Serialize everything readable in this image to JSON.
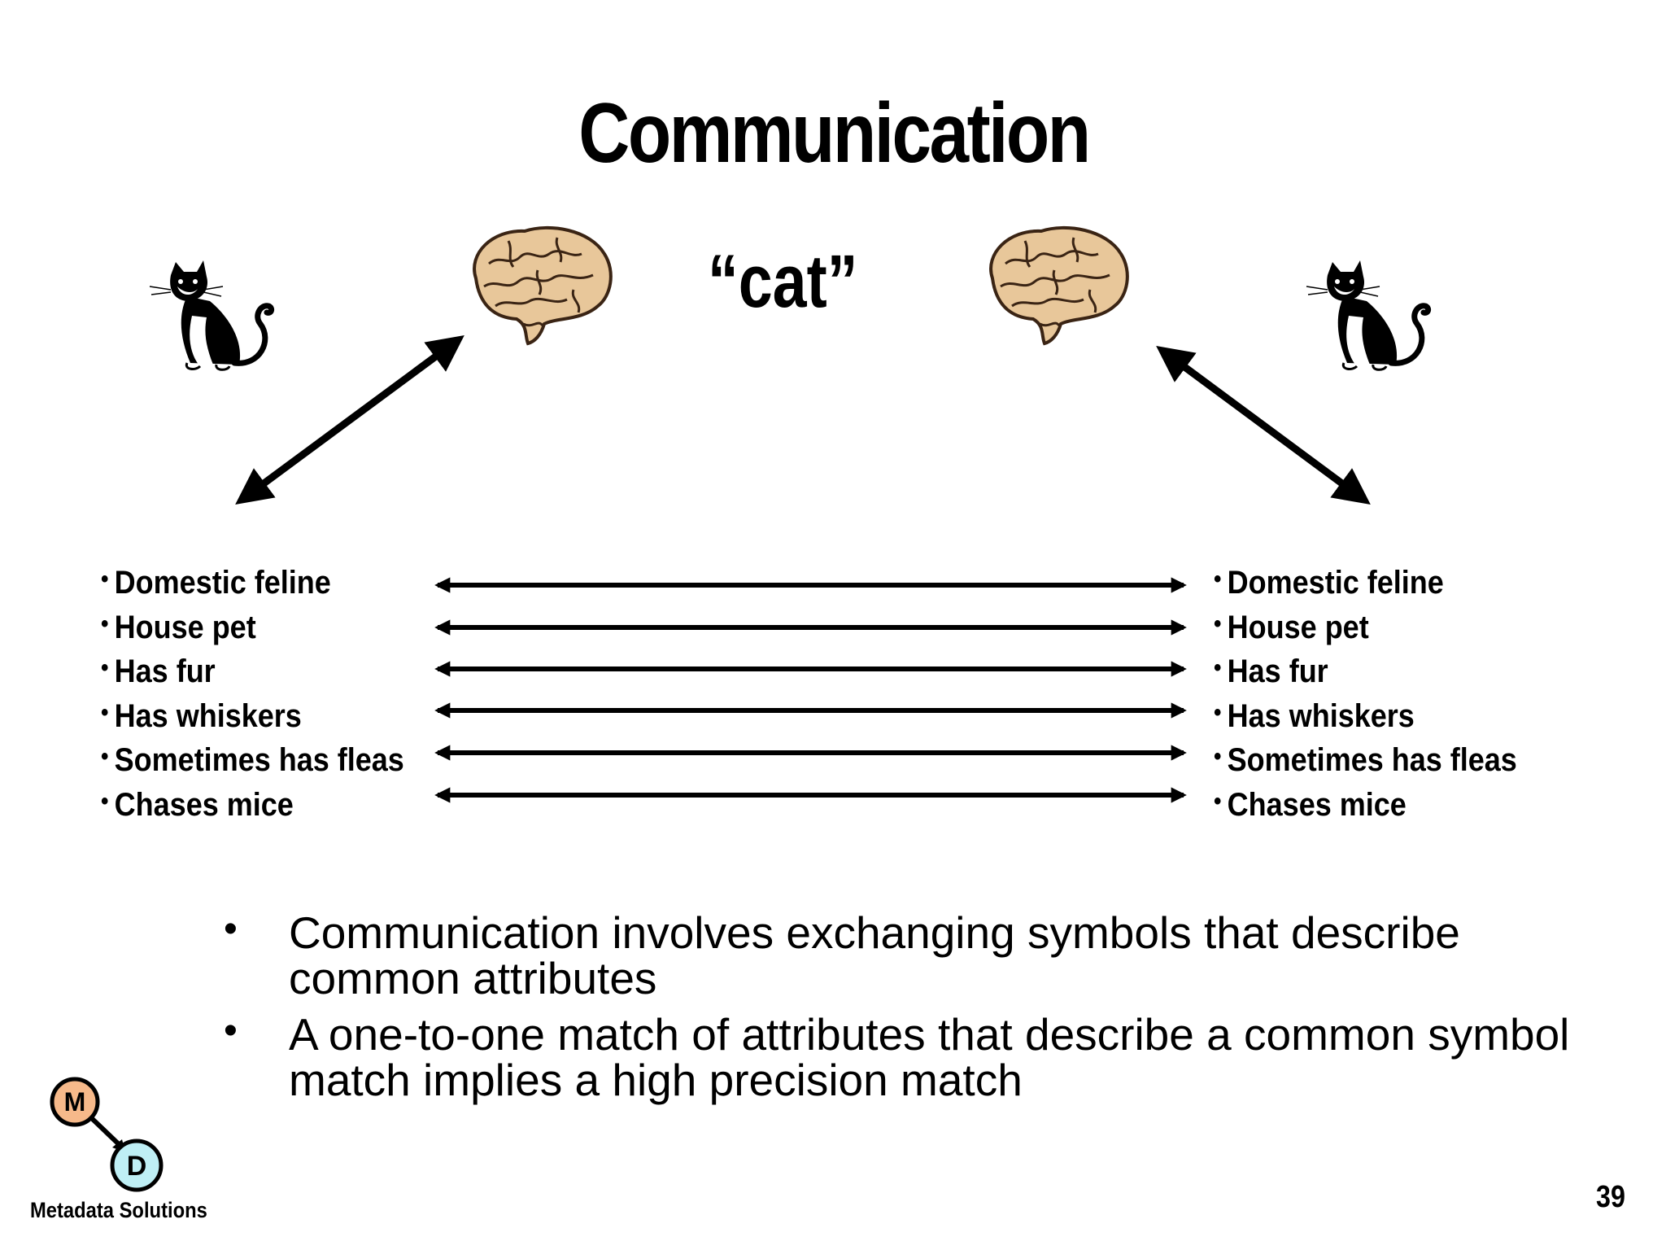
{
  "slide": {
    "title": "Communication",
    "word": "“cat”",
    "page_number": "39"
  },
  "left_attributes": [
    "Domestic feline",
    "House pet",
    "Has fur",
    "Has whiskers",
    "Sometimes has fleas",
    "Chases mice"
  ],
  "right_attributes": [
    "Domestic feline",
    "House pet",
    "Has fur",
    "Has whiskers",
    "Sometimes has fleas",
    "Chases mice"
  ],
  "bullets": [
    "Communication involves exchanging symbols that describe common attributes",
    "A one-to-one match of attributes that describe a common symbol match implies a high precision match"
  ],
  "logo": {
    "text": "Metadata Solutions",
    "node_m": "M",
    "node_d": "D",
    "node_m_color": "#f6b98a",
    "node_d_color": "#bfeff5"
  },
  "icons": [
    "cat-icon",
    "brain-icon",
    "brain-icon",
    "cat-icon"
  ],
  "colors": {
    "brain_fill": "#e8c79a",
    "brain_stroke": "#3a2414",
    "text": "#000000"
  }
}
